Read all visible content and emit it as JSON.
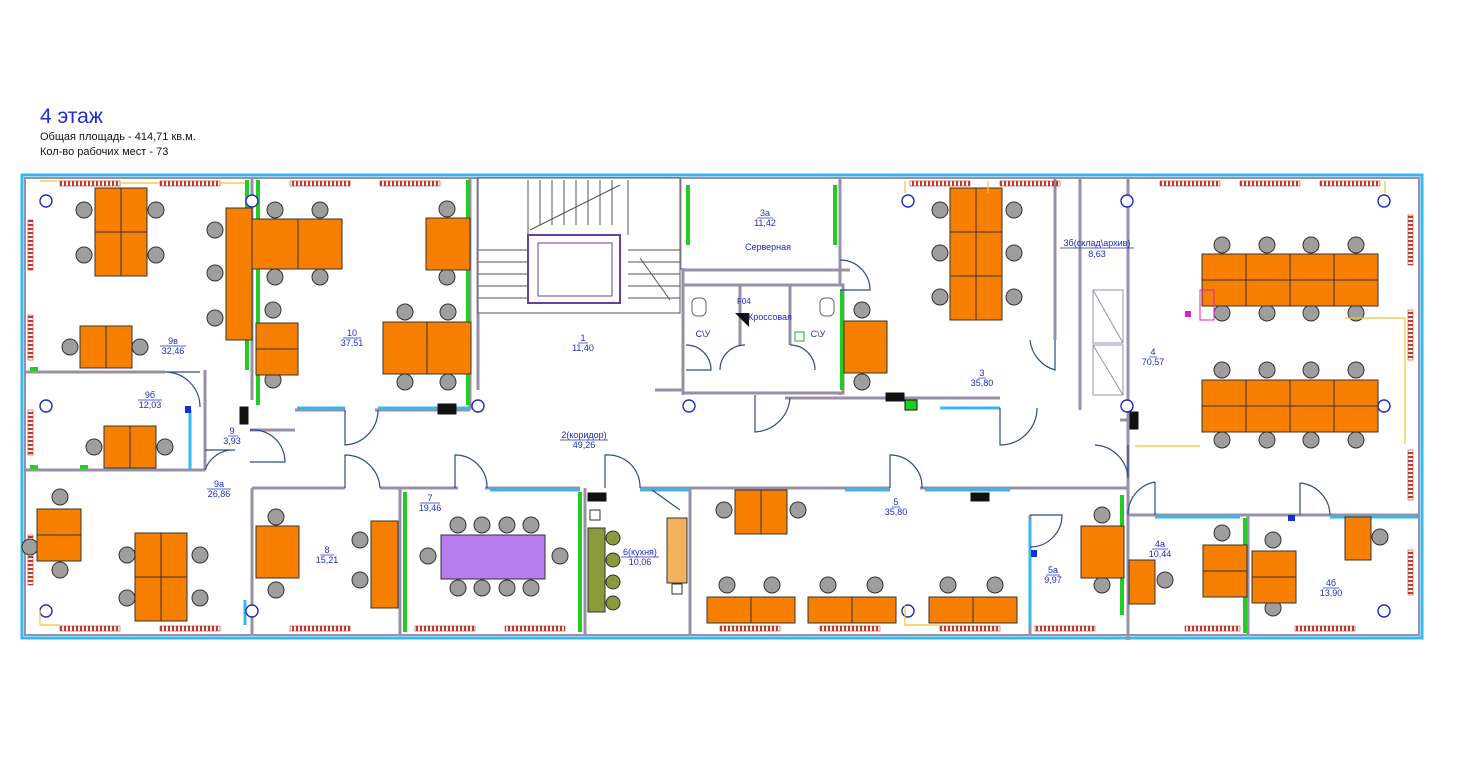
{
  "header": {
    "title": "4 этаж",
    "total_area_line": "Общая площадь - 414,71 кв.м.",
    "workplaces_line": "Кол-во рабочих мест -  73"
  },
  "colors": {
    "title": "#1f2ad8",
    "room_label": "#1c2bc7",
    "desk": "#f77f00",
    "meeting_table": "#b77cf0",
    "wall": "#9a8fa8",
    "window_frame": "#32b9f0",
    "door_accent": "#22cc22",
    "radiator": "#c0392b",
    "kitchen": "#f2b15c",
    "kitchen_counter": "#8b9a3c"
  },
  "rooms": {
    "r9v": {
      "number": "9в",
      "area": "32,46"
    },
    "r9b": {
      "number": "9б",
      "area": "12,03"
    },
    "r9": {
      "number": "9",
      "area": "3,93"
    },
    "r9a": {
      "number": "9а",
      "area": "26,86"
    },
    "r10": {
      "number": "10",
      "area": "37,51"
    },
    "r8": {
      "number": "8",
      "area": "15,21"
    },
    "r7": {
      "number": "7",
      "area": "19,46"
    },
    "r1": {
      "number": "1",
      "area": "11,40"
    },
    "r2": {
      "number": "2(коридор)",
      "area": "49,26"
    },
    "r3a": {
      "number": "3а",
      "area": "11,42",
      "name": "Серверная"
    },
    "r3": {
      "number": "3",
      "area": "35,80"
    },
    "r3b": {
      "number": "3б(склад\\архив)",
      "area": "8,63"
    },
    "r4": {
      "number": "4",
      "area": "70,57"
    },
    "r4a": {
      "number": "4а",
      "area": "10,44"
    },
    "r4b": {
      "number": "4б",
      "area": "13,90"
    },
    "r5": {
      "number": "5",
      "area": "35,80"
    },
    "r5a": {
      "number": "5а",
      "area": "9,97"
    },
    "r6": {
      "number": "6(кухня)",
      "area": "10,06"
    }
  },
  "labels": {
    "su_left": "С\\У",
    "su_right": "С\\У",
    "cross_code": "F04",
    "cross_room": "Кроссовая"
  }
}
